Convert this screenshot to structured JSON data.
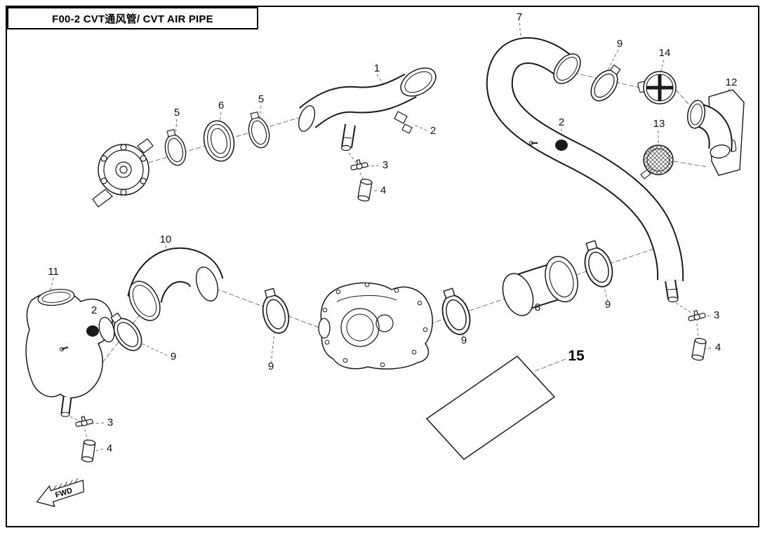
{
  "title_bar": {
    "text": "F00-2 CVT通风管/ CVT AIR PIPE"
  },
  "diagram": {
    "fwd_label": "FWD",
    "callouts": [
      {
        "label": "1"
      },
      {
        "label": "5"
      },
      {
        "label": "6"
      },
      {
        "label": "5"
      },
      {
        "label": "2"
      },
      {
        "label": "3"
      },
      {
        "label": "4"
      },
      {
        "label": "7"
      },
      {
        "label": "9"
      },
      {
        "label": "14"
      },
      {
        "label": "12"
      },
      {
        "label": "2"
      },
      {
        "label": "13"
      },
      {
        "label": "10"
      },
      {
        "label": "11"
      },
      {
        "label": "2"
      },
      {
        "label": "9"
      },
      {
        "label": "9"
      },
      {
        "label": "9"
      },
      {
        "label": "8"
      },
      {
        "label": "9"
      },
      {
        "label": "3"
      },
      {
        "label": "4"
      },
      {
        "label": "15"
      },
      {
        "label": "3"
      },
      {
        "label": "4"
      }
    ]
  }
}
